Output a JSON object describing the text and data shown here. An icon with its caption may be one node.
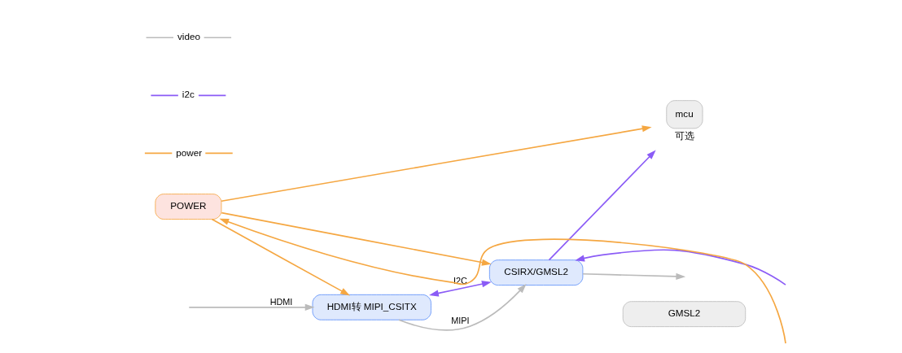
{
  "diagram": {
    "nodes": [
      {
        "text": [
          "POWER"
        ]
      },
      {
        "text": [
          "HDMI转 MIPI_CSITX"
        ]
      },
      {
        "text": [
          "CSIRX/GMSL2"
        ]
      },
      {
        "text": [
          "GMSL2"
        ]
      },
      {
        "text": [
          "mcu"
        ],
        "beside": [
          "可选"
        ]
      }
    ],
    "edges": [
      {
        "from": null,
        "to": 1,
        "arrow": "to",
        "label": "HDMI",
        "color": "#bbbbbb"
      },
      {
        "from": 1,
        "to": 2,
        "arrow": "to",
        "label": "MIPI",
        "color": "#bbbbbb"
      },
      {
        "from": null,
        "to": 2,
        "arrow": "to",
        "color": "#8b5cf6"
      },
      {
        "from": 2,
        "to": null,
        "arrow": "to",
        "color": "#bbbbbb"
      },
      {
        "from": null,
        "to": 0,
        "arrow": "to",
        "color": "#f5a742"
      },
      {
        "from": 0,
        "to": 1,
        "arrow": "to",
        "color": "#f5a742"
      },
      {
        "from": 0,
        "to": 2,
        "arrow": "to",
        "color": "#f5a742"
      },
      {
        "from": 0,
        "to": 4,
        "arrow": "to",
        "color": "#f5a742"
      },
      {
        "from": 1,
        "to": 2,
        "arrow": "both",
        "label": "I2C",
        "color": "#8b5cf6"
      },
      {
        "from": 2,
        "to": 4,
        "arrow": "to",
        "color": "#8b5cf6"
      }
    ],
    "legend": [
      {
        "text": "video"
      },
      {
        "text": "i2c"
      },
      {
        "text": "power"
      }
    ]
  }
}
